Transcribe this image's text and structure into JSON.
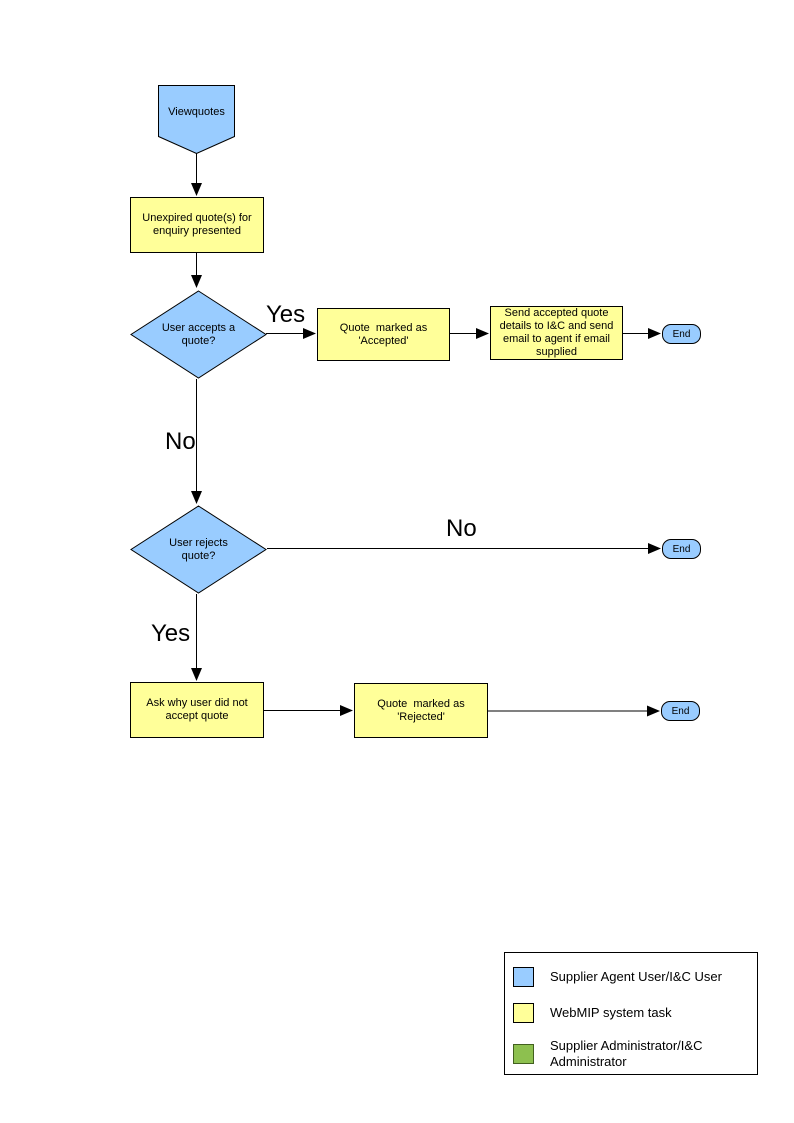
{
  "colors": {
    "user_blue": "#99CCFF",
    "task_yellow": "#FFFF99",
    "admin_green": "#8DC04F",
    "line": "#000000",
    "background": "#FFFFFF"
  },
  "nodes": {
    "start": "Viewquotes",
    "unexpired": "Unexpired quote(s) for enquiry presented",
    "accepts_question": "User accepts a quote?",
    "marked_accepted": "Quote  marked as 'Accepted'",
    "send_details": "Send accepted quote details to I&C and send email to agent if email supplied",
    "end_accepted": "End",
    "rejects_question": "User rejects quote?",
    "end_not_rejected": "End",
    "ask_why": "Ask why user did not accept quote",
    "marked_rejected": "Quote  marked as 'Rejected'",
    "end_rejected": "End"
  },
  "edge_labels": {
    "accepts_yes": "Yes",
    "accepts_no": "No",
    "rejects_no": "No",
    "rejects_yes": "Yes"
  },
  "legend": {
    "items": [
      {
        "color": "#99CCFF",
        "label": "Supplier Agent User/I&C User"
      },
      {
        "color": "#FFFF99",
        "label": "WebMIP system task"
      },
      {
        "color": "#8DC04F",
        "label": "Supplier Administrator/I&C Administrator"
      }
    ]
  }
}
